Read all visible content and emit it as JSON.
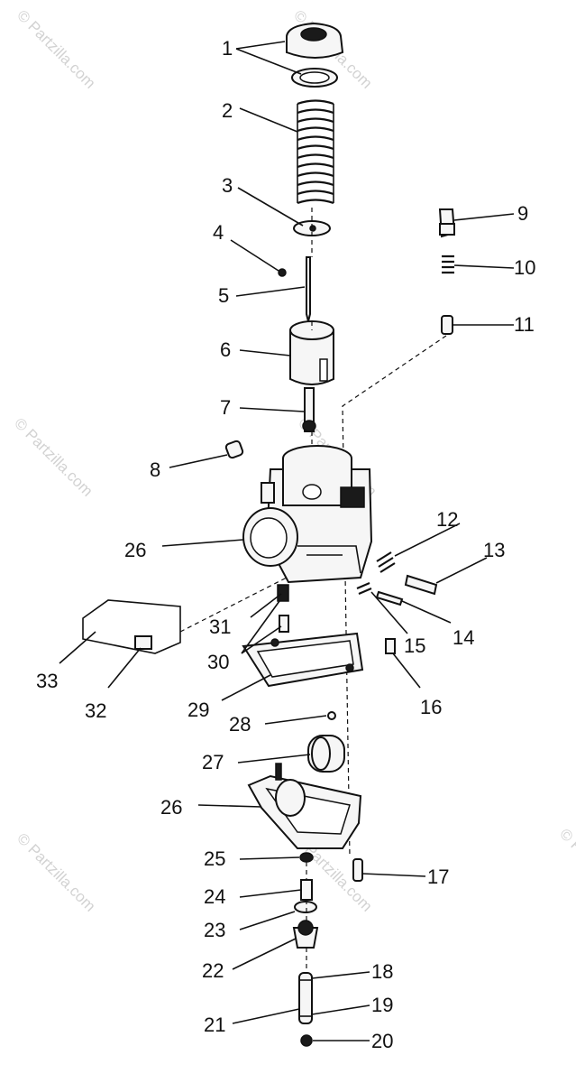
{
  "watermark": "© Partzilla.com",
  "callouts": [
    "1",
    "2",
    "3",
    "4",
    "5",
    "6",
    "7",
    "8",
    "9",
    "10",
    "11",
    "12",
    "13",
    "14",
    "15",
    "16",
    "17",
    "18",
    "19",
    "20",
    "21",
    "22",
    "23",
    "24",
    "25",
    "26",
    "26",
    "27",
    "28",
    "29",
    "30",
    "31",
    "32",
    "33"
  ]
}
